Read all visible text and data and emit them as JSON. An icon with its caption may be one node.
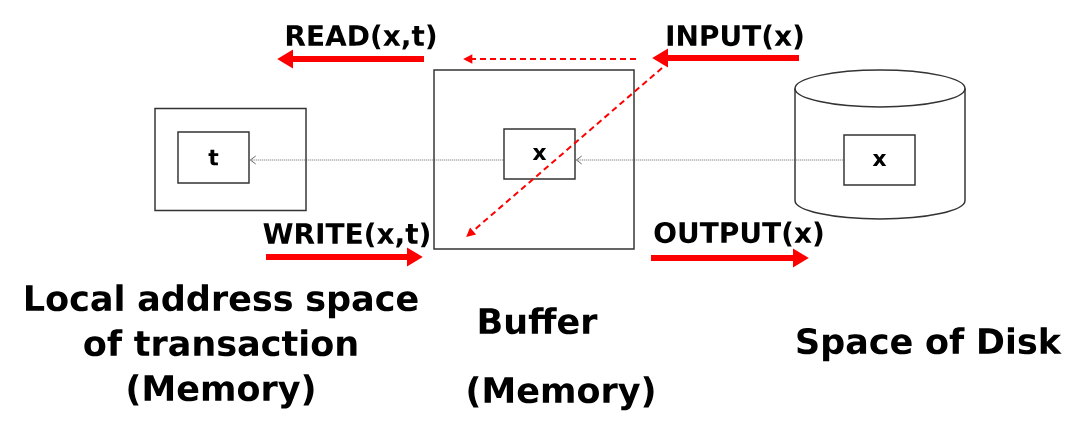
{
  "diagram": {
    "nodes": [
      {
        "text": [],
        "shape": "box",
        "beside": [
          "Local address space of transaction (Memory)"
        ]
      },
      {
        "text": [
          "t"
        ],
        "in": 0
      },
      {
        "text": [],
        "shape": "box",
        "beside": [
          "Buffer",
          "(Memory)"
        ]
      },
      {
        "text": [
          "x"
        ],
        "in": 2
      },
      {
        "text": [],
        "shape": "cylinder",
        "beside": [
          "Space of Disk"
        ]
      },
      {
        "text": [
          "x"
        ],
        "in": 4
      }
    ],
    "edges": [
      {
        "from": 5,
        "to": 3,
        "arrow": "to"
      },
      {
        "from": 3,
        "to": 1,
        "arrow": "to"
      }
    ],
    "labels": [
      "READ(x,t)",
      "INPUT(x)",
      "WRITE(x,t)",
      "OUTPUT(x)"
    ]
  }
}
